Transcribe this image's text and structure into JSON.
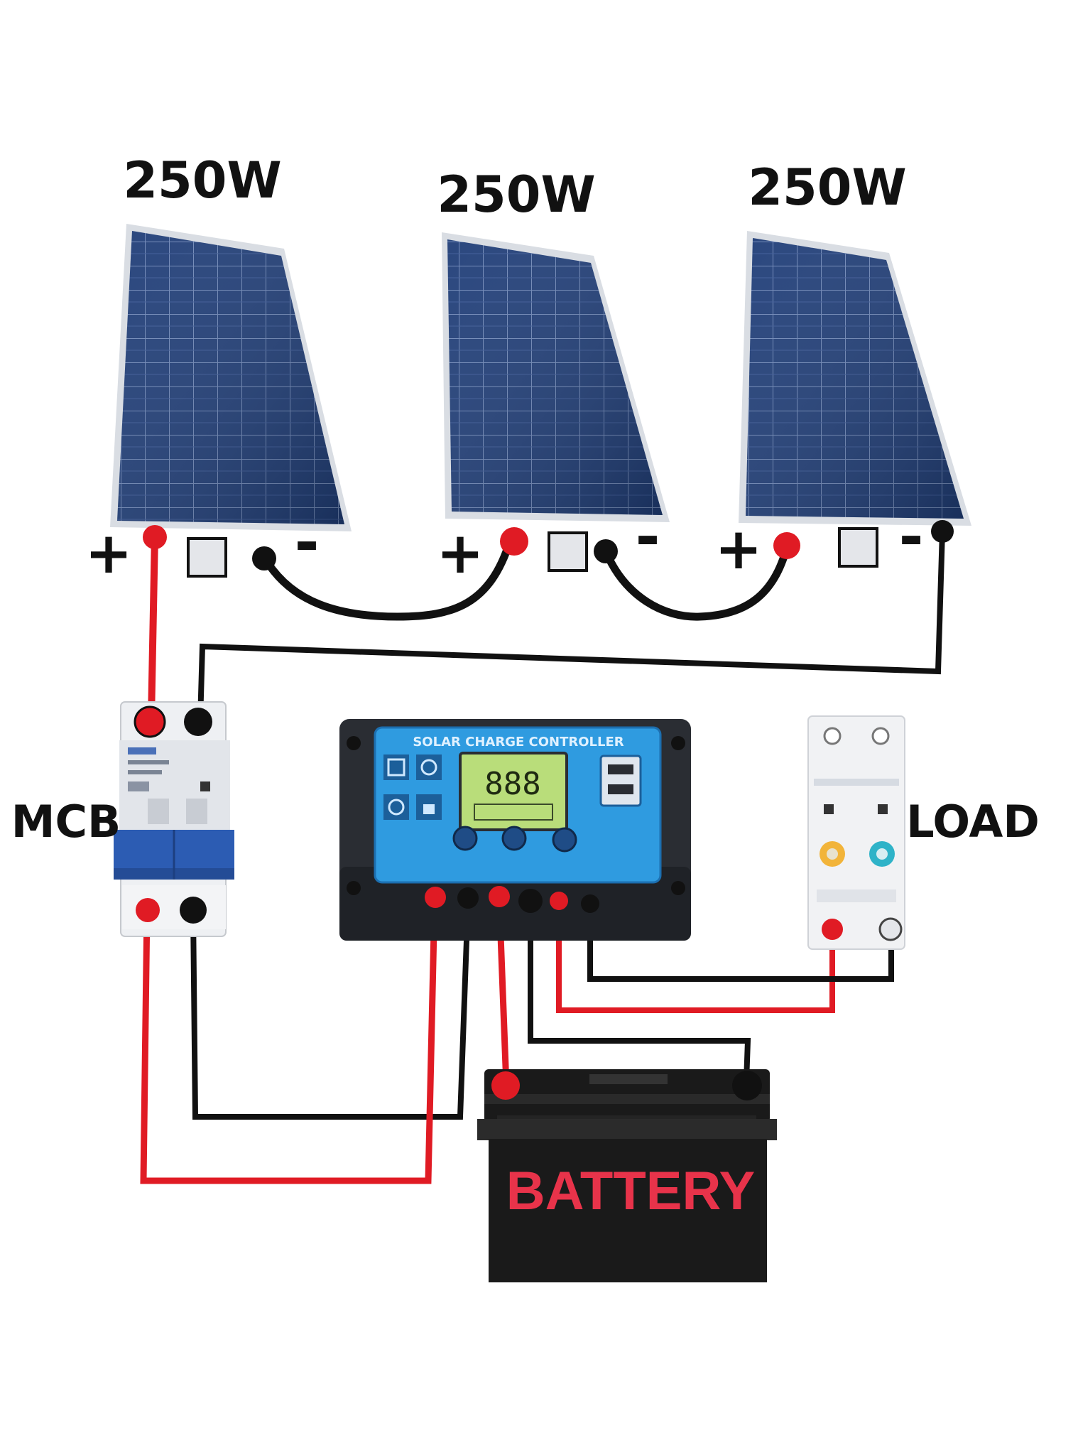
{
  "panels": [
    {
      "id": "panel-1",
      "watt_label": "250W",
      "plus_symbol": "+",
      "minus_symbol": "-"
    },
    {
      "id": "panel-2",
      "watt_label": "250W",
      "plus_symbol": "+",
      "minus_symbol": "-"
    },
    {
      "id": "panel-3",
      "watt_label": "250W",
      "plus_symbol": "+",
      "minus_symbol": "-"
    }
  ],
  "labels": {
    "mcb": "MCB",
    "load": "LOAD",
    "battery": "BATTERY"
  },
  "controller": {
    "title": "SOLAR CHARGE CONTROLLER",
    "display": "888"
  },
  "colors": {
    "positive_wire": "#e01b24",
    "negative_wire": "#111111",
    "panel_cells": "#1f3c74",
    "controller_face": "#2f9be0",
    "lcd": "#b9dd7a",
    "battery_label": "#e8334a"
  }
}
